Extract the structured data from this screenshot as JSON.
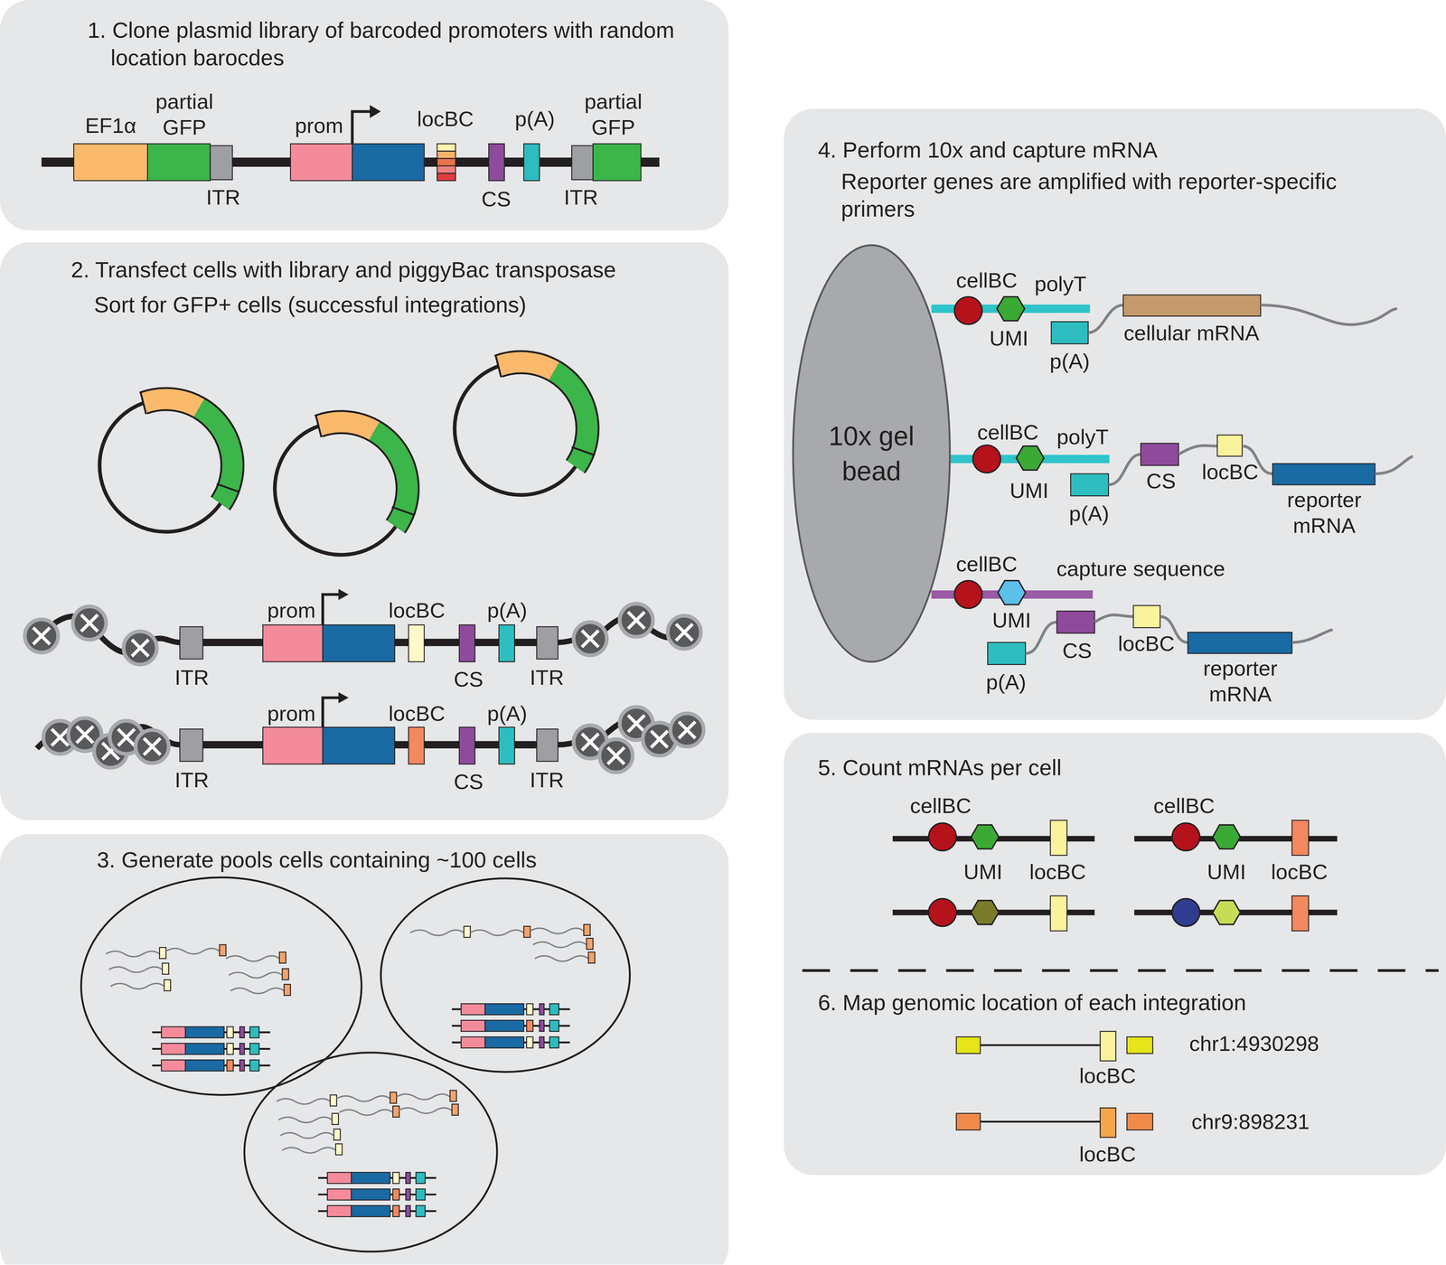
{
  "diagram": {
    "nodes": [
      {
        "text": [
          "1. Clone plasmid library of barcoded promoters with random location barocdes"
        ]
      },
      {
        "text": [
          "2. Transfect cells with library and piggyBac transposase",
          "Sort for GFP+ cells (successful integrations)"
        ]
      },
      {
        "text": [
          "3. Generate pools cells containing ~100 cells"
        ]
      },
      {
        "text": [
          "4. Perform 10x and capture mRNA",
          "Reporter genes are amplified with reporter-specific primers"
        ]
      },
      {
        "text": [
          "10x gel bead"
        ],
        "in": 3
      },
      {
        "text": [
          "5. Count mRNAs per cell",
          "6. Map genomic location of each integration"
        ]
      }
    ],
    "labels": [
      "EF1α",
      "partial GFP",
      "ITR",
      "prom",
      "locBC",
      "p(A)",
      "CS",
      "ITR",
      "partial GFP",
      "prom",
      "locBC",
      "p(A)",
      "ITR",
      "CS",
      "ITR",
      "prom",
      "locBC",
      "p(A)",
      "ITR",
      "CS",
      "ITR",
      "cellBC",
      "polyT",
      "UMI",
      "p(A)",
      "cellular mRNA",
      "cellBC",
      "polyT",
      "UMI",
      "p(A)",
      "CS",
      "locBC",
      "reporter mRNA",
      "cellBC",
      "capture sequence",
      "UMI",
      "p(A)",
      "CS",
      "locBC",
      "reporter mRNA",
      "cellBC",
      "UMI",
      "locBC",
      "cellBC",
      "UMI",
      "locBC",
      "locBC",
      "chr1:4930298",
      "locBC",
      "chr9:898231"
    ]
  }
}
